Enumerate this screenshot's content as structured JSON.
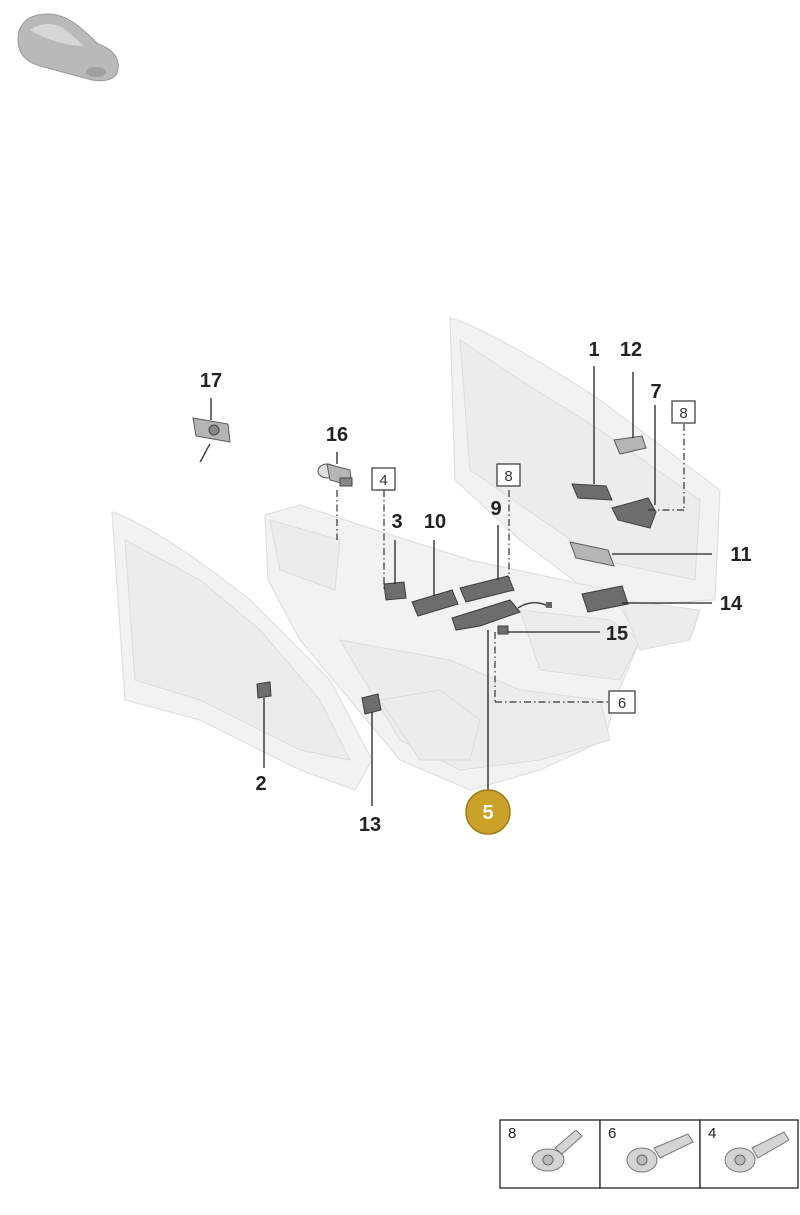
{
  "callouts": {
    "c1": "1",
    "c2": "2",
    "c3": "3",
    "c5": "5",
    "c7": "7",
    "c9": "9",
    "c10": "10",
    "c11": "11",
    "c12": "12",
    "c13": "13",
    "c14": "14",
    "c15": "15",
    "c16": "16",
    "c17": "17"
  },
  "boxed_refs": {
    "b4": "4",
    "b6": "6",
    "b8_left": "8",
    "b8_right": "8"
  },
  "highlight": {
    "part_number": "5",
    "color": "#c9a227"
  },
  "legend": {
    "items": [
      {
        "number": "8",
        "icon": "flange-bolt-icon"
      },
      {
        "number": "6",
        "icon": "torx-bolt-icon"
      },
      {
        "number": "4",
        "icon": "torx-bolt-icon"
      }
    ]
  },
  "thumbnail": {
    "icon": "car-silhouette-icon"
  }
}
